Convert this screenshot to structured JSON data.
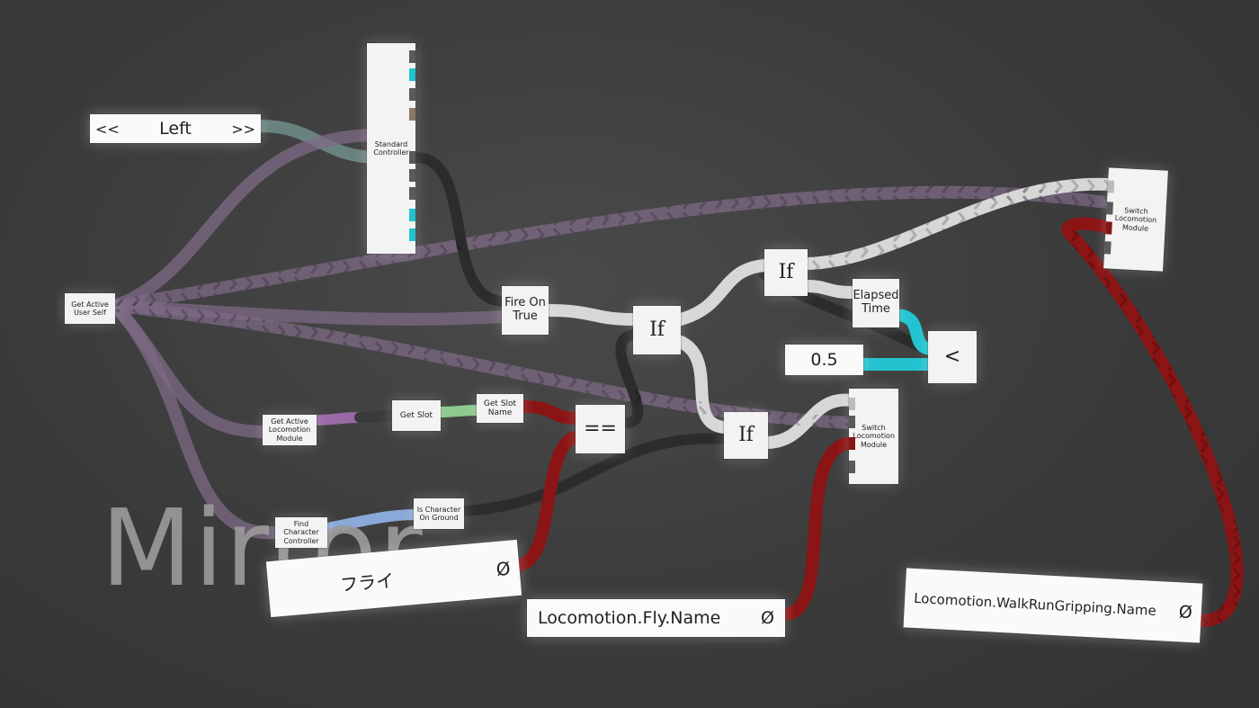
{
  "watermark": "Mirror",
  "selector": {
    "prev": "<<",
    "value": "Left",
    "next": ">>"
  },
  "nodes": {
    "standard_controller": "Standard Controller",
    "get_active_user_self": "Get Active User Self",
    "fire_on_true": "Fire On True",
    "if_main": "If",
    "if_top": "If",
    "if_bottom": "If",
    "elapsed_time": "Elapsed Time",
    "less_than": "<",
    "switch_locomotion_top": "Switch Locomotion Module",
    "switch_locomotion_bottom": "Switch Locomotion Module",
    "get_active_locomotion_module": "Get Active Locomotion Module",
    "get_slot": "Get Slot",
    "get_slot_name": "Get Slot Name",
    "equals": "==",
    "find_character_controller": "Find Character Controller",
    "is_character_on_ground": "Is Character On Ground"
  },
  "inputs": {
    "threshold": "0.5",
    "fly_jp": "フライ",
    "fly_name": "Locomotion.Fly.Name",
    "walk_name": "Locomotion.WalkRunGripping.Name",
    "null_symbol": "Ø"
  },
  "colors": {
    "user_wire": "#7d6a86",
    "impulse_wire": "#d7d7d7",
    "string_wire": "#8b1414",
    "bool_wire": "#2c2c2c",
    "float_wire": "#22c3cf",
    "locomotion_wire": "#9a6aa6",
    "slot_wire": "#8cc98c",
    "controller_wire": "#8aa8d8",
    "enum_wire": "#6e8a86"
  }
}
